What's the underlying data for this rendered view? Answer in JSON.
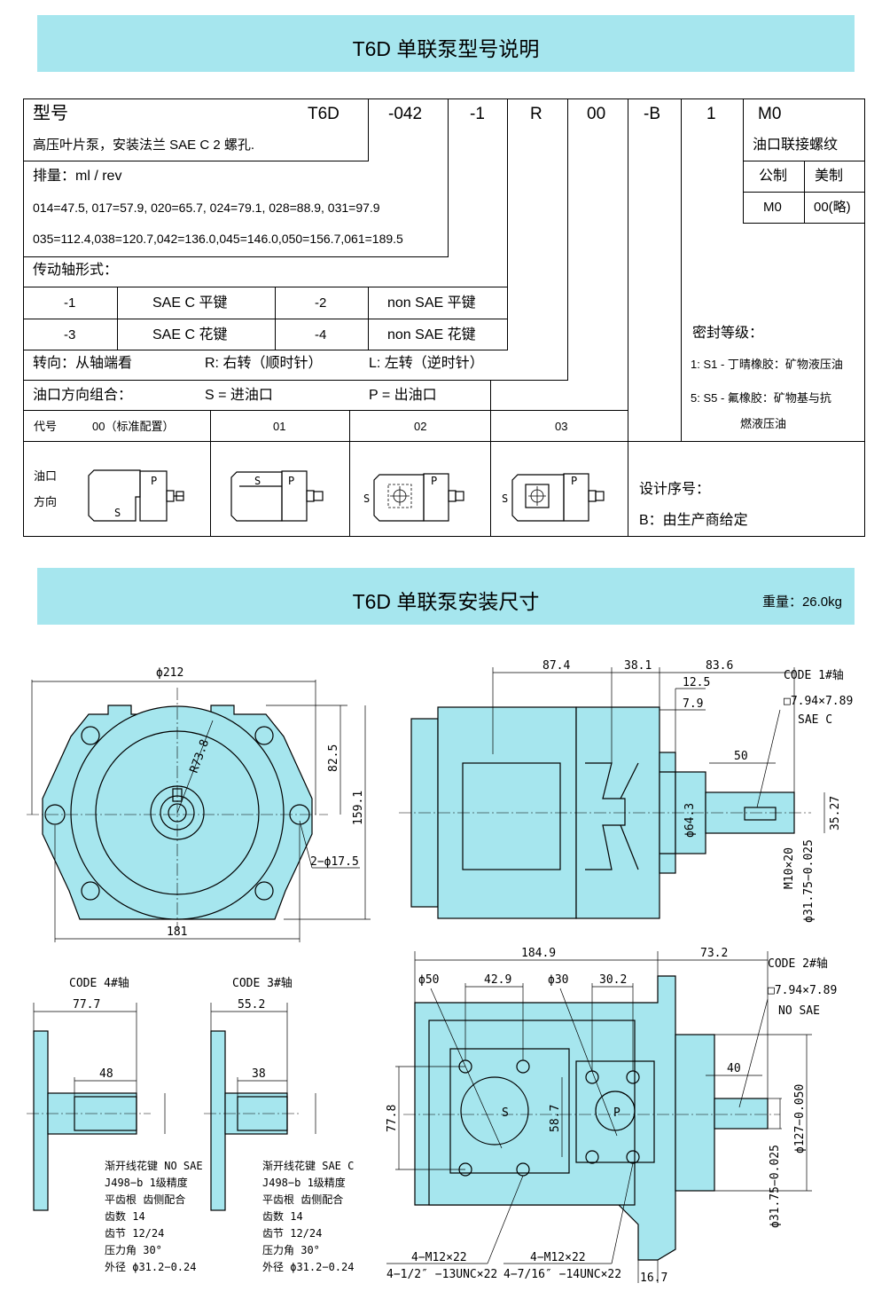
{
  "section1": {
    "title": "T6D 单联泵型号说明"
  },
  "section2": {
    "title": "T6D 单联泵安装尺寸",
    "weight": "重量：26.0kg"
  },
  "model": {
    "label": "型号",
    "codes": [
      "T6D",
      "-042",
      "-1",
      "R",
      "00",
      "-B",
      "1",
      "M0"
    ],
    "desc": "高压叶片泵，安装法兰 SAE C   2 螺孔.",
    "displacement_label": "排量：ml / rev",
    "displacement_line1": "014=47.5, 017=57.9, 020=65.7, 024=79.1,    028=88.9,    031=97.9",
    "displacement_line2": "035=112.4,038=120.7,042=136.0,045=146.0,050=156.7,061=189.5",
    "shaft_label": "传动轴形式：",
    "shaft_rows": [
      [
        "-1",
        "SAE C  平键",
        "-2",
        "non SAE  平键"
      ],
      [
        "-3",
        "SAE C  花键",
        "-4",
        "non SAE  花键"
      ]
    ],
    "rotation_label": "转向：从轴端看",
    "rotation_r": "R:  右转（顺时针）",
    "rotation_l": "L:  左转（逆时针）",
    "port_label": "油口方向组合：",
    "port_s": "S =  进油口",
    "port_p": "P =  出油口",
    "port_header": [
      "代号",
      "00（标准配置）",
      "01",
      "02",
      "03"
    ],
    "port_dir_label": [
      "油口",
      "方向"
    ],
    "thread_label": "油口联接螺纹",
    "thread_header": [
      "公制",
      "美制"
    ],
    "thread_values": [
      "M0",
      "00(略)"
    ],
    "seal_label": "密封等级：",
    "seal_1": "1: S1 - 丁晴橡胶：矿物液压油",
    "seal_5a": "5: S5 -  氟橡胶：矿物基与抗",
    "seal_5b": "燃液压油",
    "design_label": "设计序号：",
    "design_value": "B：由生产商给定"
  },
  "drawing": {
    "front": {
      "d212": "ϕ212",
      "r738": "R73.8",
      "d825": "82.5",
      "d1591": "159.1",
      "holes": "2−ϕ17.5",
      "d181": "181"
    },
    "side": {
      "d874": "87.4",
      "d381": "38.1",
      "d836": "83.6",
      "d125": "12.5",
      "d79": "7.9",
      "d50": "50",
      "d643": "ϕ64.3",
      "d3527": "35.27",
      "m10": "M10×20",
      "d3175": "ϕ31.75−0.025",
      "code1": "CODE 1#轴",
      "key1": "□7.94×7.89",
      "sae1": "SAE C"
    },
    "bottom": {
      "d1849": "184.9",
      "d732": "73.2",
      "d50": "ϕ50",
      "d429": "42.9",
      "d30": "ϕ30",
      "d302": "30.2",
      "d778": "77.8",
      "d587": "58.7",
      "s": "S",
      "p": "P",
      "d40": "40",
      "d127": "ϕ127−0.050",
      "d3175": "ϕ31.75−0.025",
      "d167": "16.7",
      "code2": "CODE 2#轴",
      "key2": "□7.94×7.89",
      "nosae": "NO SAE",
      "m12a": "4−M12×22",
      "unc_a": "4−1/2″ −13UNC×22",
      "m12b": "4−M12×22",
      "unc_b": "4−7/16″ −14UNC×22"
    },
    "code4": {
      "title": "CODE 4#轴",
      "d777": "77.7",
      "d48": "48",
      "notes": [
        "渐开线花键 NO SAE",
        "J498−b 1级精度",
        "平齿根 齿侧配合",
        "齿数     14",
        "齿节     12/24",
        "压力角   30°",
        "外径     ϕ31.2−0.24"
      ]
    },
    "code3": {
      "title": "CODE 3#轴",
      "d552": "55.2",
      "d38": "38",
      "notes": [
        "渐开线花键 SAE C",
        "J498−b 1级精度",
        "平齿根 齿侧配合",
        "齿数     14",
        "齿节     12/24",
        "压力角   30°",
        "外径     ϕ31.2−0.24"
      ]
    }
  }
}
